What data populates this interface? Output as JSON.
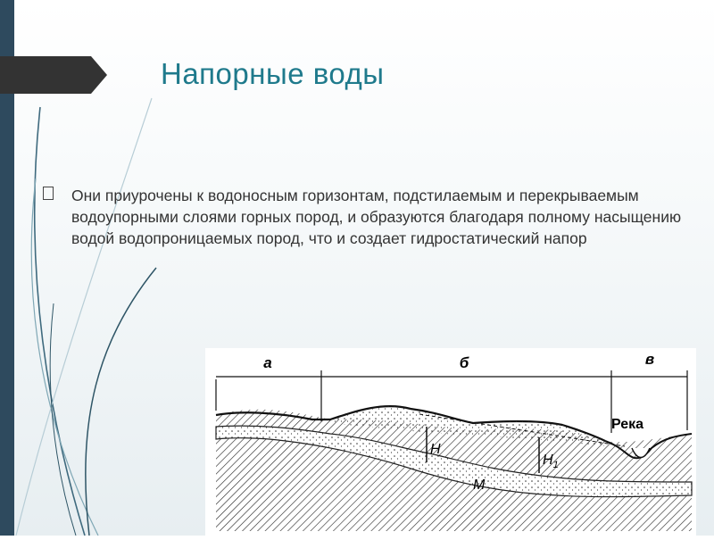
{
  "slide": {
    "title": "Напорные воды",
    "bullet_text": "Они приурочены к водоносным горизонтам, подстилаемым и перекрываемым водоупорными слоями горных пород, и образуются благодаря полному насыщению водой водопроницаемых пород, что и создает  гидростатический напор"
  },
  "diagram": {
    "label_a": "а",
    "label_b": "б",
    "label_v": "в",
    "label_river": "Река",
    "label_H1": "Н",
    "label_H2": "Н",
    "label_H2_sub": "1",
    "label_M": "М"
  },
  "colors": {
    "accent": "#1f7a8c",
    "dark_bar": "#2e4a5e",
    "tab": "#333333"
  }
}
